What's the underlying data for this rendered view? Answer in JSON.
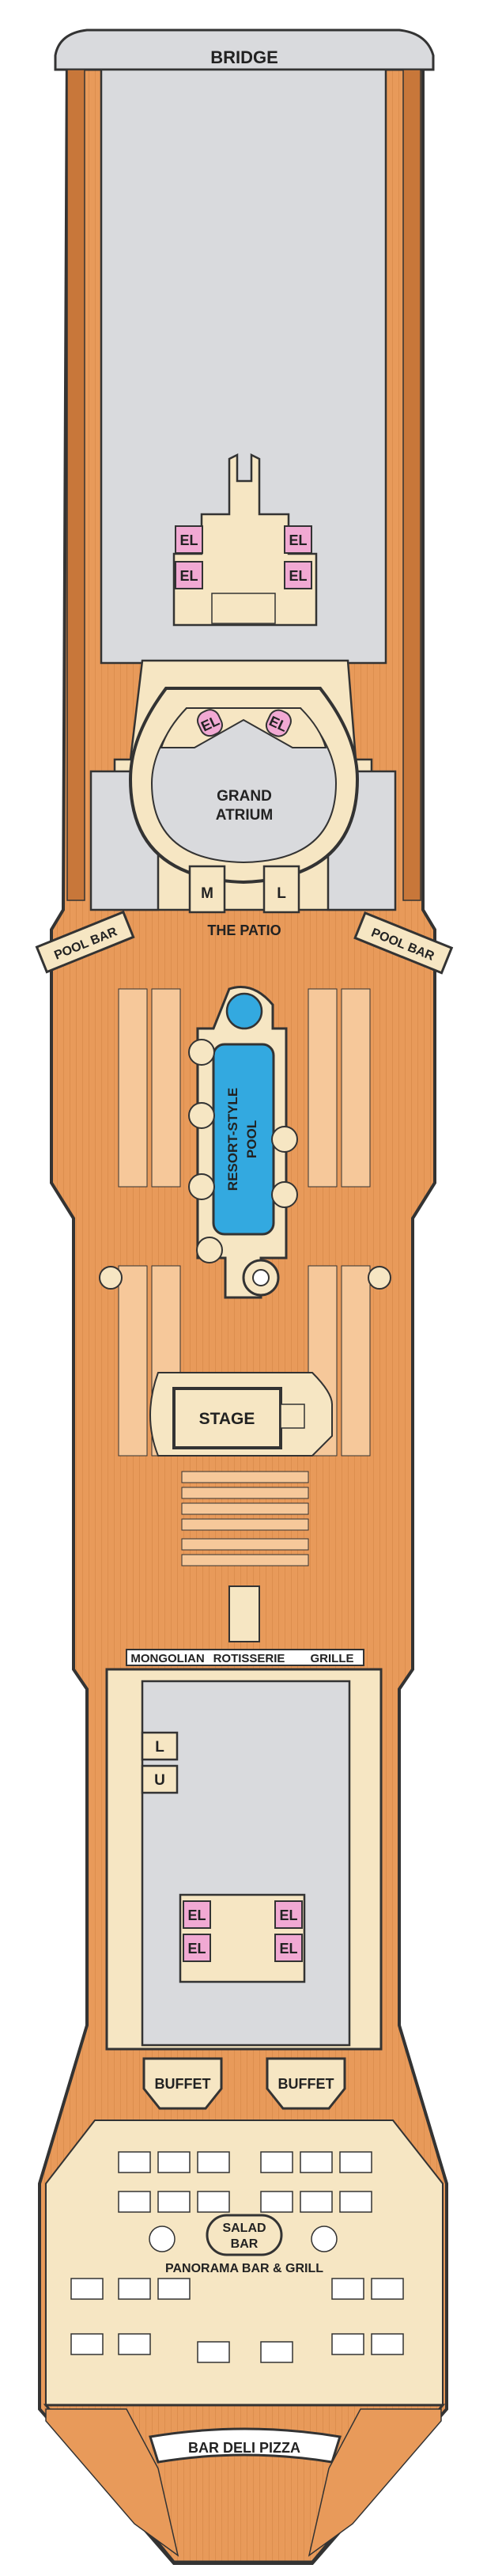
{
  "labels": {
    "bridge": "BRIDGE",
    "grand_atrium_line1": "GRAND",
    "grand_atrium_line2": "ATRIUM",
    "m": "M",
    "l": "L",
    "the_patio": "THE PATIO",
    "pool_bar_left": "POOL BAR",
    "pool_bar_right": "POOL BAR",
    "pool_line1": "RESORT-STYLE",
    "pool_line2": "POOL",
    "stage": "STAGE",
    "mongolian": "MONGOLIAN",
    "rotisserie": "ROTISSERIE",
    "grille": "GRILLE",
    "lower_l": "L",
    "lower_u": "U",
    "buffet_left": "BUFFET",
    "buffet_right": "BUFFET",
    "salad_line1": "SALAD",
    "salad_line2": "BAR",
    "panorama": "PANORAMA BAR & GRILL",
    "bar_deli_pizza": "BAR DELI PIZZA",
    "elevator": "EL"
  },
  "colors": {
    "deck_wood": "#e89a5a",
    "deck_dark": "#c8773a",
    "cream": "#f6e6c3",
    "gray": "#d9dadd",
    "pool_blue": "#33a9e0",
    "elevator_pink": "#f1a9d3",
    "outline": "#333333"
  }
}
